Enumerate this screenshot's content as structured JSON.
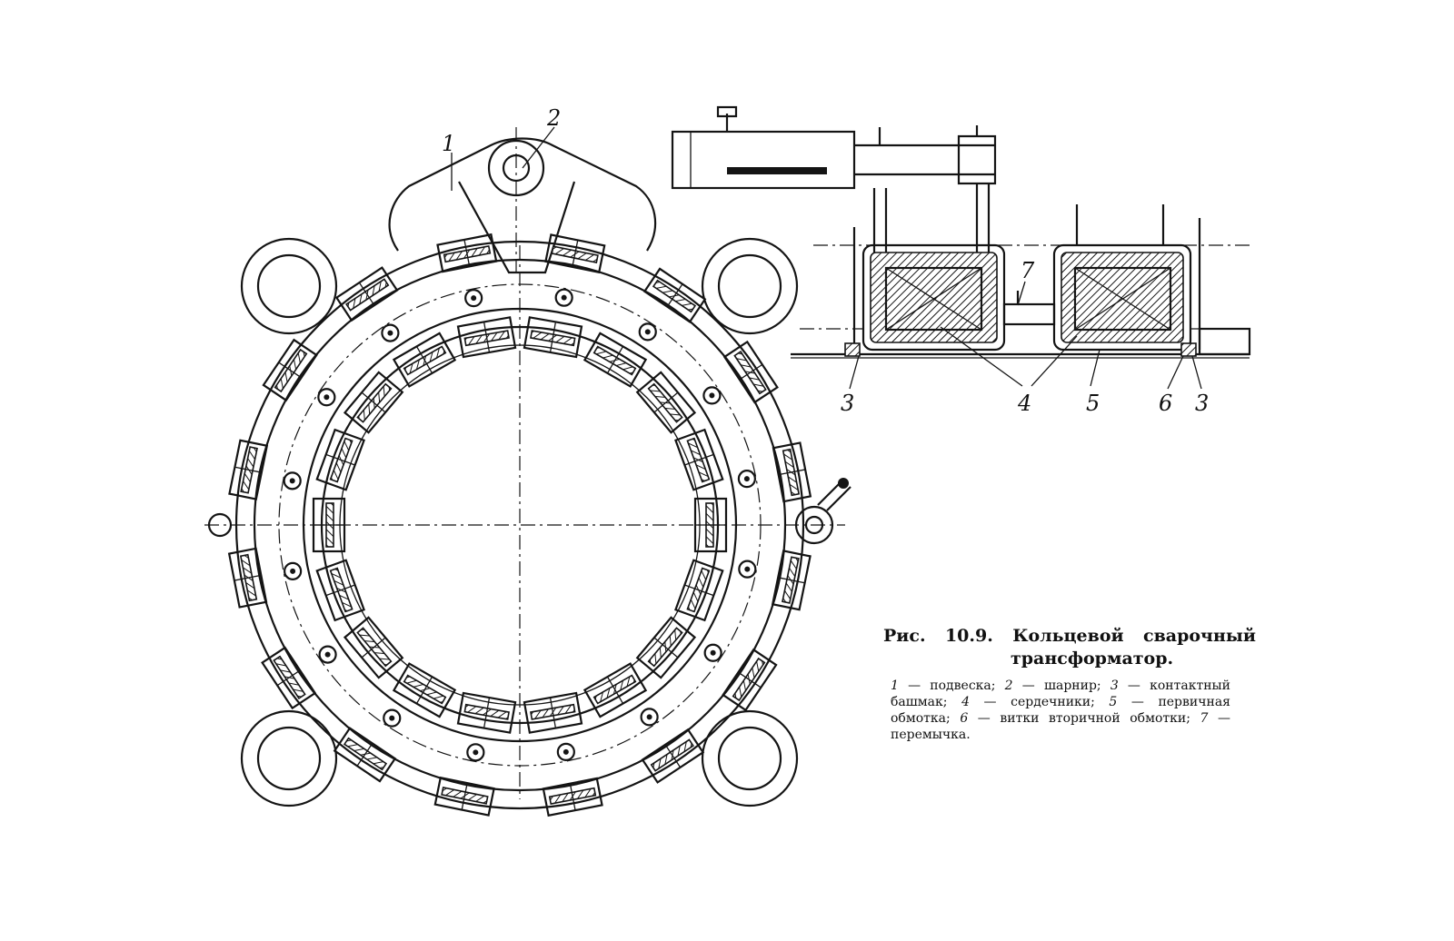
{
  "figure": {
    "caption_title_line1": "Рис. 10.9. Кольцевой сварочный",
    "caption_title_line2": "трансформатор.",
    "legend_items": [
      {
        "num": "1",
        "text": "подвеска;"
      },
      {
        "num": "2",
        "text": "шарнир;"
      },
      {
        "num": "3",
        "text": "контактный башмак;"
      },
      {
        "num": "4",
        "text": "сердечники;"
      },
      {
        "num": "5",
        "text": "первичная обмотка;"
      },
      {
        "num": "6",
        "text": "витки вторичной обмотки;"
      },
      {
        "num": "7",
        "text": "перемычка."
      }
    ],
    "legend_separator": "—"
  },
  "callouts": {
    "front_view": [
      {
        "id": "1",
        "text": "1"
      },
      {
        "id": "2",
        "text": "2"
      }
    ],
    "section_view": [
      {
        "id": "3a",
        "text": "3"
      },
      {
        "id": "4",
        "text": "4"
      },
      {
        "id": "5",
        "text": "5"
      },
      {
        "id": "6",
        "text": "6"
      },
      {
        "id": "3b",
        "text": "3"
      },
      {
        "id": "7",
        "text": "7"
      }
    ]
  }
}
